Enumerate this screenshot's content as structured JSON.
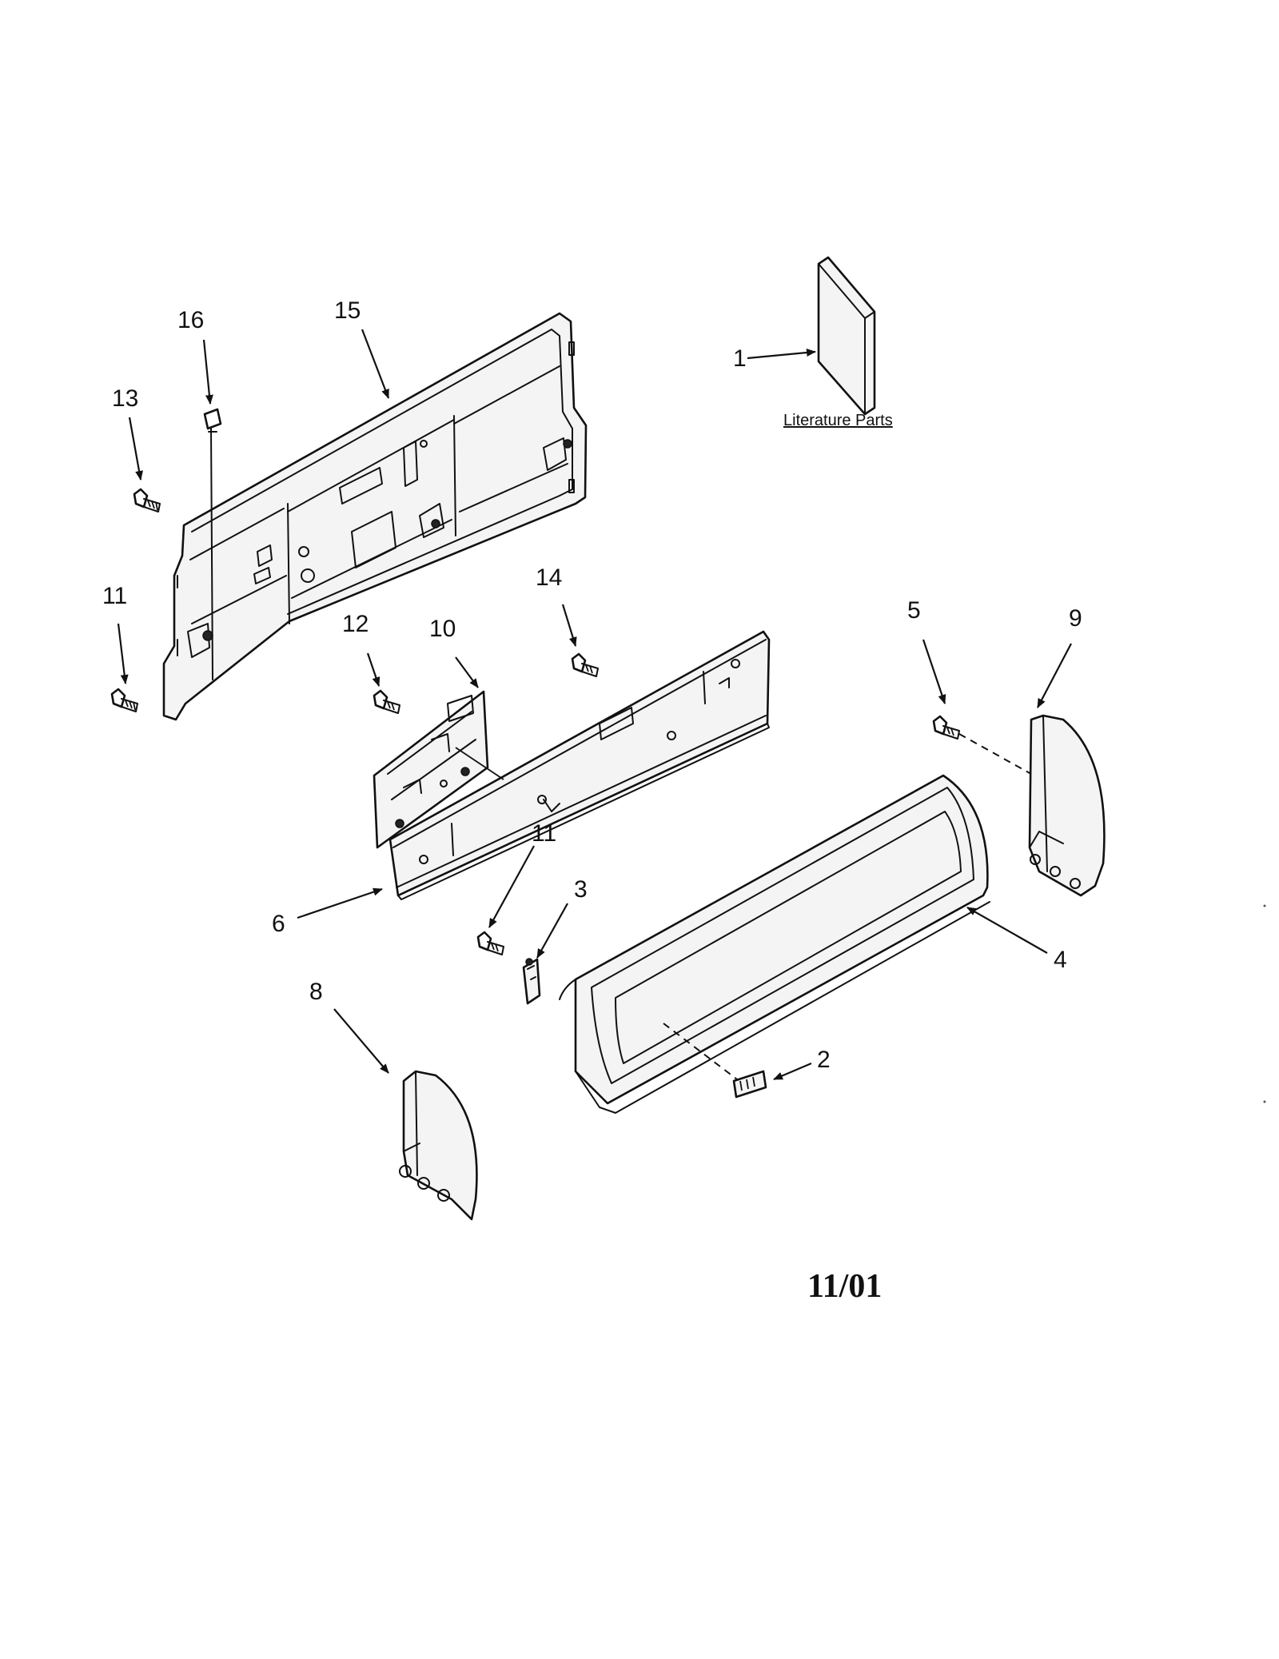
{
  "callouts": {
    "c1": "1",
    "c2": "2",
    "c3": "3",
    "c4": "4",
    "c5": "5",
    "c6": "6",
    "c8": "8",
    "c9": "9",
    "c10": "10",
    "c11a": "11",
    "c11b": "11",
    "c12": "12",
    "c13": "13",
    "c14": "14",
    "c15": "15",
    "c16": "16"
  },
  "literature_label": "Literature Parts",
  "date_code": "11/01"
}
